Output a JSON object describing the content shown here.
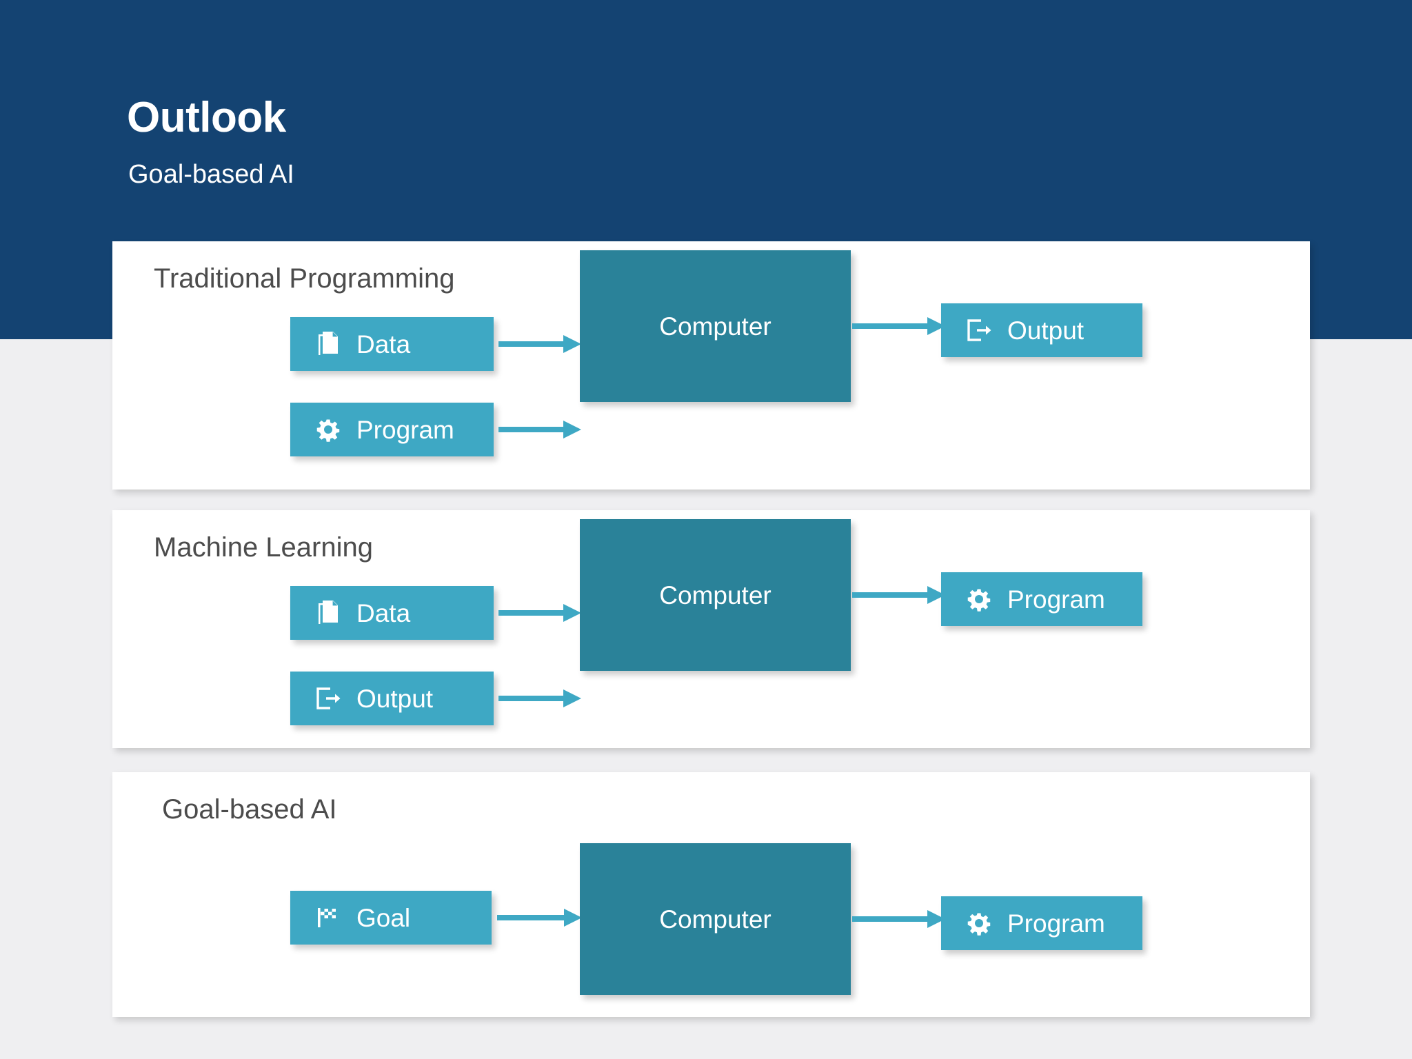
{
  "header": {
    "title": "Outlook",
    "subtitle": "Goal-based AI",
    "background_color": "#144372"
  },
  "colors": {
    "accent_light": "#3ea8c4",
    "accent_dark": "#2a8299",
    "panel_background": "#ffffff",
    "page_background": "#efeff1",
    "panel_title_color": "#4c4c4c"
  },
  "panels": [
    {
      "title": "Traditional Programming",
      "inputs": [
        {
          "label": "Data",
          "icon": "file-copy-icon"
        },
        {
          "label": "Program",
          "icon": "gear-icon"
        }
      ],
      "process": {
        "label": "Computer"
      },
      "outputs": [
        {
          "label": "Output",
          "icon": "export-icon"
        }
      ]
    },
    {
      "title": "Machine Learning",
      "inputs": [
        {
          "label": "Data",
          "icon": "file-copy-icon"
        },
        {
          "label": "Output",
          "icon": "export-icon"
        }
      ],
      "process": {
        "label": "Computer"
      },
      "outputs": [
        {
          "label": "Program",
          "icon": "gear-icon"
        }
      ]
    },
    {
      "title": "Goal-based AI",
      "inputs": [
        {
          "label": "Goal",
          "icon": "checkered-flag-icon"
        }
      ],
      "process": {
        "label": "Computer"
      },
      "outputs": [
        {
          "label": "Program",
          "icon": "gear-icon"
        }
      ]
    }
  ]
}
